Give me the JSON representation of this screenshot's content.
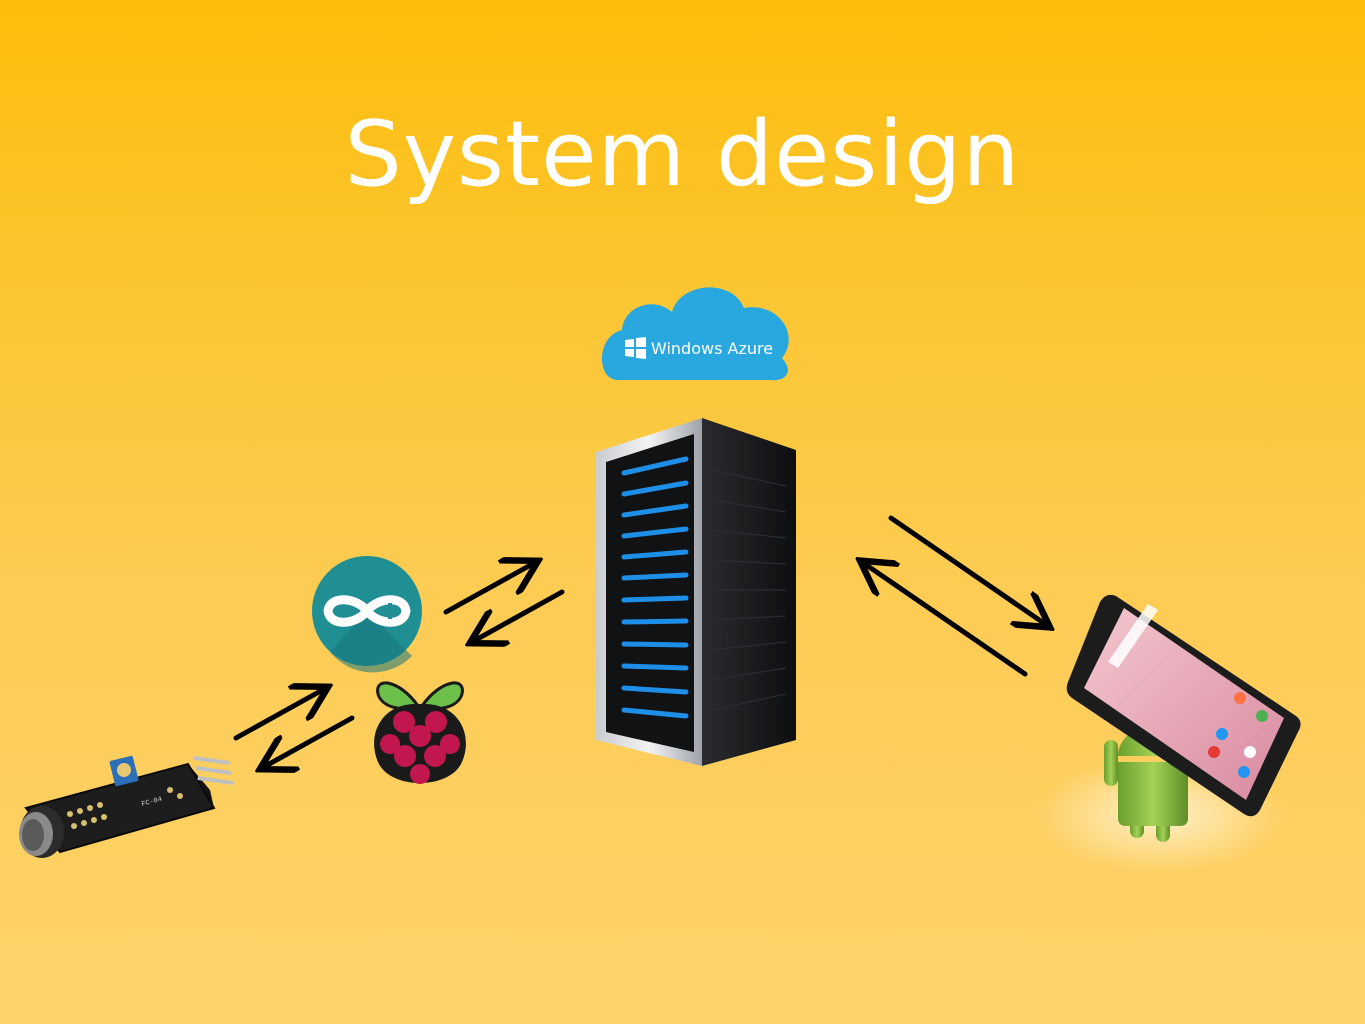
{
  "slide": {
    "title": "System design"
  },
  "cloud": {
    "label": "Windows Azure",
    "color": "#29a8e0"
  },
  "sensor": {
    "label": "FC-04"
  },
  "colors": {
    "background_top": "#fdbd0a",
    "background_bottom": "#fdd36c",
    "arrow": "#000000",
    "server_light": "#1e8fe8",
    "arduino": "#1f8f94",
    "raspberry": "#c2174e",
    "android": "#8bc34a"
  },
  "icons": [
    "azure-cloud-icon",
    "server-rack-icon",
    "arduino-logo-icon",
    "raspberry-pi-logo-icon",
    "sound-sensor-module-icon",
    "android-phone-icon"
  ]
}
